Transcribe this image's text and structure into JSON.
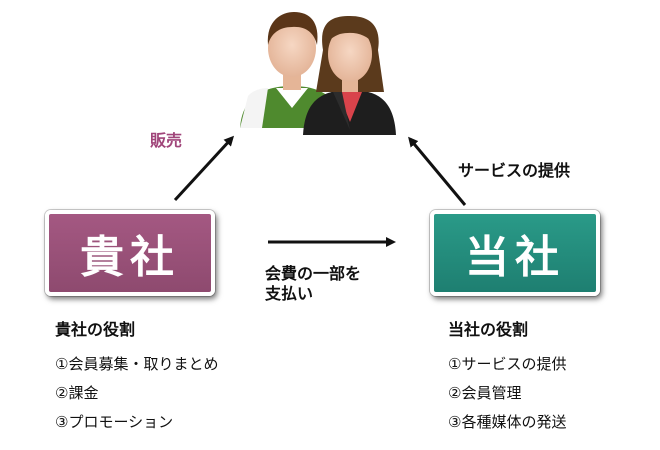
{
  "people": {
    "icon": "customers-icon"
  },
  "client": {
    "box_label": "貴社",
    "color": "#9b4f78",
    "role_title": "貴社の役割",
    "roles": [
      "①会員募集・取りまとめ",
      "②課金",
      "③プロモーション"
    ]
  },
  "company": {
    "box_label": "当社",
    "color": "#23887a",
    "role_title": "当社の役割",
    "roles": [
      "①サービスの提供",
      "②会員管理",
      "③各種媒体の発送"
    ]
  },
  "arrows": {
    "sales_label": "販売",
    "service_label": "サービスの提供",
    "fee_label_line1": "会費の一部を",
    "fee_label_line2": "支払い"
  }
}
